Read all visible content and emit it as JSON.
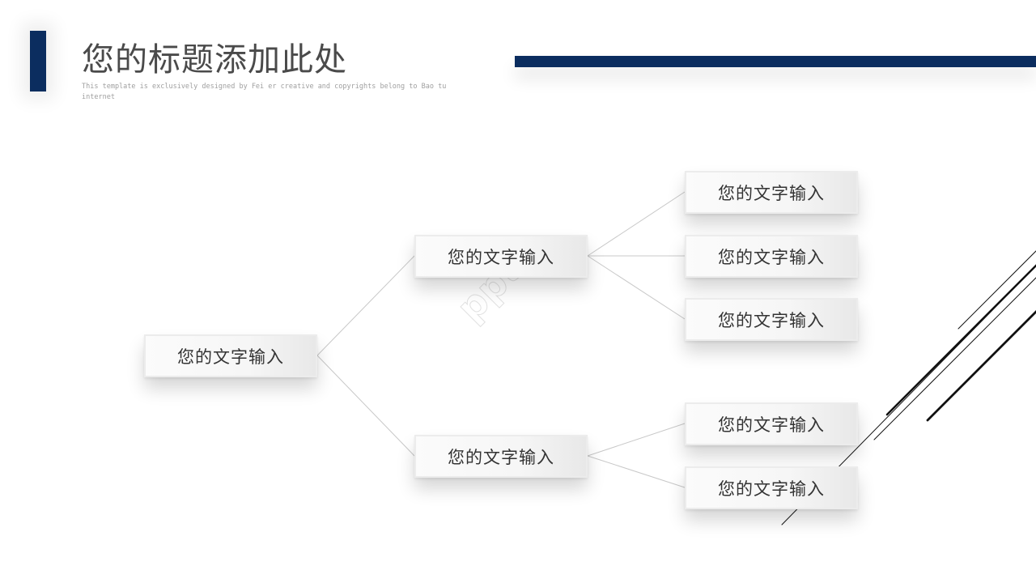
{
  "slide": {
    "title": "您的标题添加此处",
    "subtitle": "This template is exclusively designed by Fei er creative and copyrights belong to Bao tu internet",
    "accent_color": "#0b2d5f",
    "watermark": "ppt"
  },
  "tree": {
    "root": {
      "label": "您的文字输入"
    },
    "branches": [
      {
        "label": "您的文字输入",
        "children": [
          {
            "label": "您的文字输入"
          },
          {
            "label": "您的文字输入"
          },
          {
            "label": "您的文字输入"
          }
        ]
      },
      {
        "label": "您的文字输入",
        "children": [
          {
            "label": "您的文字输入"
          },
          {
            "label": "您的文字输入"
          }
        ]
      }
    ]
  }
}
